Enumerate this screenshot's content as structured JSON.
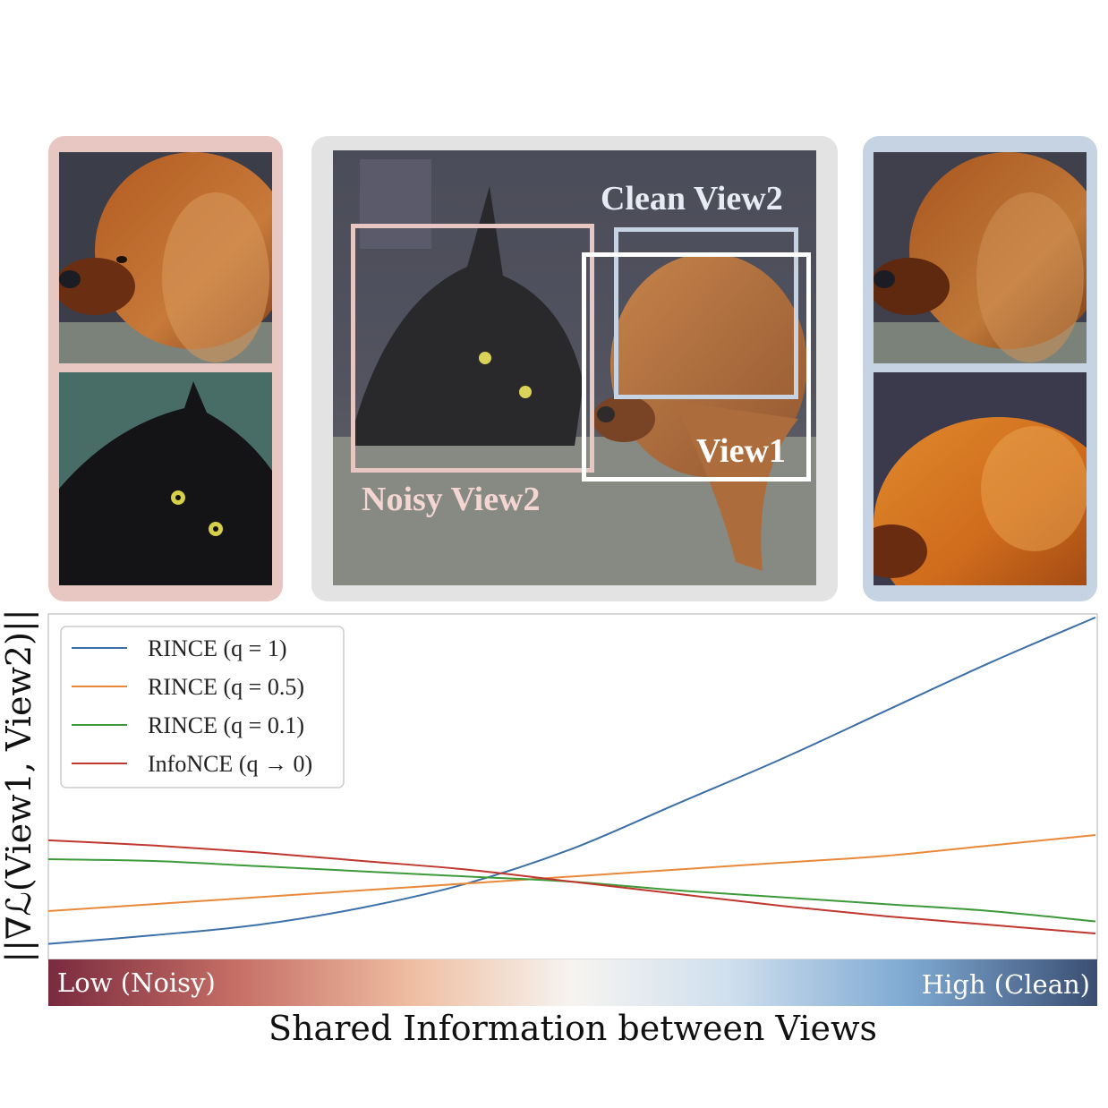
{
  "figure": {
    "crop_labels": {
      "clean_view2": "Clean View2",
      "view1": "View1",
      "noisy_view2": "Noisy View2"
    },
    "colors": {
      "noisy": "#e8c6c1",
      "clean": "#c6d3e2",
      "neutral": "#e3e3e3"
    }
  },
  "chart_data": {
    "type": "line",
    "ylabel": "||∇ℒ(View1, View2)||",
    "xlabel": "Shared Information between Views",
    "x_scale_labels": {
      "low": "Low (Noisy)",
      "high": "High (Clean)"
    },
    "legend_position": "upper-left",
    "x": [
      0,
      0.1,
      0.2,
      0.3,
      0.4,
      0.5,
      0.6,
      0.7,
      0.8,
      0.9,
      1.0
    ],
    "ylim": [
      0,
      1
    ],
    "series": [
      {
        "name": "RINCE (q = 1)",
        "color": "#3a6fa8",
        "values": [
          0.045,
          0.07,
          0.1,
          0.15,
          0.22,
          0.32,
          0.45,
          0.58,
          0.72,
          0.86,
          0.99
        ]
      },
      {
        "name": "RINCE (q = 0.5)",
        "color": "#e8893a",
        "values": [
          0.14,
          0.16,
          0.18,
          0.2,
          0.22,
          0.24,
          0.26,
          0.28,
          0.3,
          0.33,
          0.36
        ]
      },
      {
        "name": "RINCE (q = 0.1)",
        "color": "#3d9a3a",
        "values": [
          0.29,
          0.285,
          0.27,
          0.255,
          0.24,
          0.225,
          0.2,
          0.18,
          0.16,
          0.14,
          0.11
        ]
      },
      {
        "name": "InfoNCE (q → 0)",
        "color": "#c1362f",
        "values": [
          0.345,
          0.33,
          0.31,
          0.285,
          0.26,
          0.225,
          0.19,
          0.155,
          0.125,
          0.1,
          0.075
        ]
      }
    ]
  }
}
